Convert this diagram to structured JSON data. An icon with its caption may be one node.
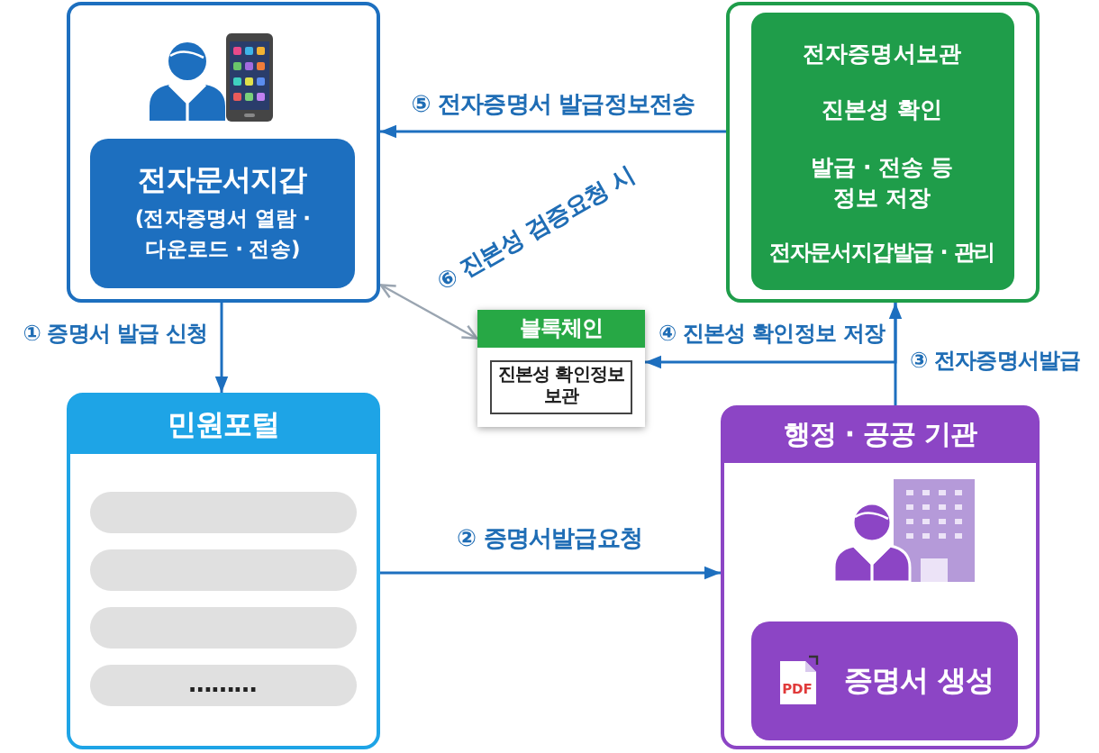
{
  "diagram": {
    "nodes": [
      {
        "text": [],
        "shape": "box"
      },
      {
        "text": [
          "전자문서지갑",
          "(전자증명서 열람 · 다운로드 · 전송)"
        ],
        "in": 0
      },
      {
        "text": [],
        "shape": "box"
      },
      {
        "text": [
          "전자증명서보관",
          "진본성 확인",
          "발급 · 전송 등 정보 저장",
          "전자문서지갑발급 · 관리"
        ],
        "in": 2
      },
      {
        "text": [
          "블록체인"
        ]
      },
      {
        "text": [
          "진본성 확인정보 보관"
        ],
        "in": 4
      },
      {
        "text": [
          "민원포털"
        ]
      },
      {
        "text": [],
        "shape": "bar",
        "in": 6
      },
      {
        "text": [],
        "shape": "bar",
        "in": 6
      },
      {
        "text": [],
        "shape": "bar",
        "in": 6
      },
      {
        "text": [
          "………"
        ],
        "in": 6
      },
      {
        "text": [
          "행정 · 공공 기관"
        ]
      },
      {
        "text": [
          "증명서 생성"
        ],
        "in": 11
      }
    ],
    "edges": [
      {
        "from": 0,
        "to": 6,
        "arrow": "to",
        "label": "① 증명서 발급 신청"
      },
      {
        "from": 6,
        "to": 11,
        "arrow": "to",
        "label": "② 증명서발급요청"
      },
      {
        "from": 11,
        "to": 2,
        "arrow": "to",
        "label": "③ 전자증명서발급"
      },
      {
        "from": 2,
        "to": 4,
        "arrow": "to",
        "label": "④ 진본성 확인정보 저장"
      },
      {
        "from": 2,
        "to": 0,
        "arrow": "to",
        "label": "⑤ 전자증명서 발급정보전송"
      },
      {
        "from": 0,
        "to": 4,
        "arrow": "both",
        "label": "⑥ 진본성 검증요청 시",
        "color": "#9aa5b1"
      }
    ],
    "labels": [
      "PDF"
    ]
  }
}
